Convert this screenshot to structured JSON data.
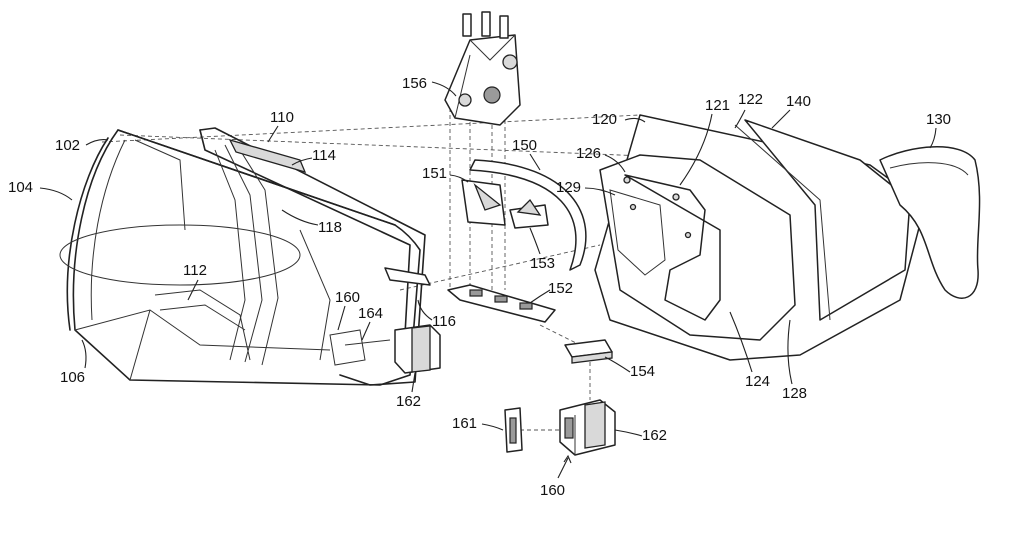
{
  "labels": {
    "l102": "102",
    "l104": "104",
    "l106": "106",
    "l110": "110",
    "l112": "112",
    "l114": "114",
    "l116": "116",
    "l118": "118",
    "l120": "120",
    "l121": "121",
    "l122": "122",
    "l124": "124",
    "l126": "126",
    "l128": "128",
    "l129": "129",
    "l130": "130",
    "l140": "140",
    "l150": "150",
    "l151": "151",
    "l152": "152",
    "l153": "153",
    "l154": "154",
    "l156": "156",
    "l160a": "160",
    "l160b": "160",
    "l161": "161",
    "l162a": "162",
    "l162b": "162",
    "l164": "164"
  }
}
